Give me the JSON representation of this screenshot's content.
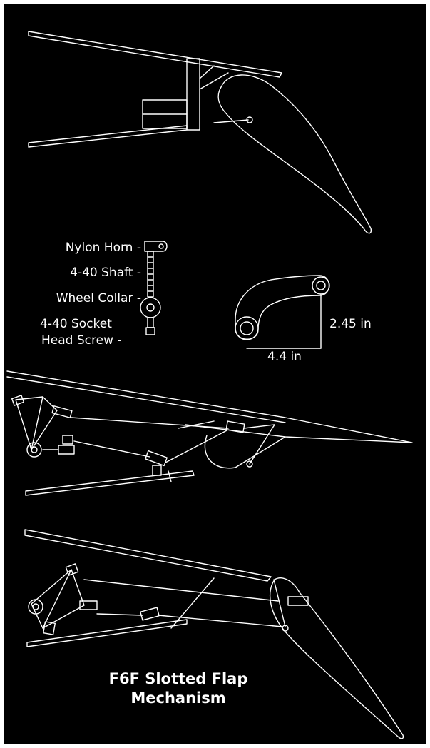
{
  "title": {
    "line1": "F6F Slotted Flap",
    "line2": "Mechanism"
  },
  "parts": {
    "nylon_horn": "Nylon Horn -",
    "shaft": "4-40 Shaft -",
    "wheel_collar": "Wheel Collar -",
    "socket_screw_line1": "4-40 Socket",
    "socket_screw_line2": "Head Screw -"
  },
  "dimensions": {
    "height": "2.45 in",
    "width": "4.4 in"
  },
  "colors": {
    "background": "#000000",
    "line": "#ffffff",
    "page": "#ffffff"
  }
}
